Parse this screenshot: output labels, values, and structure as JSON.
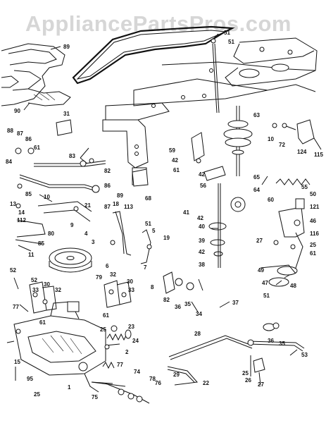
{
  "watermark": "AppliancePartsPros.com",
  "callouts": [
    {
      "id": "c1",
      "text": "89"
    },
    {
      "id": "c2",
      "text": "90"
    },
    {
      "id": "c3",
      "text": "51"
    },
    {
      "id": "c4",
      "text": "51"
    },
    {
      "id": "c5",
      "text": "31"
    },
    {
      "id": "c6",
      "text": "88"
    },
    {
      "id": "c7",
      "text": "87"
    },
    {
      "id": "c8",
      "text": "86"
    },
    {
      "id": "c9",
      "text": "61"
    },
    {
      "id": "c10",
      "text": "83"
    },
    {
      "id": "c11",
      "text": "82"
    },
    {
      "id": "c12",
      "text": "84"
    },
    {
      "id": "c13",
      "text": "85"
    },
    {
      "id": "c14",
      "text": "86"
    },
    {
      "id": "c15",
      "text": "89"
    },
    {
      "id": "c16",
      "text": "10"
    },
    {
      "id": "c17",
      "text": "21"
    },
    {
      "id": "c18",
      "text": "87"
    },
    {
      "id": "c19",
      "text": "13"
    },
    {
      "id": "c20",
      "text": "14"
    },
    {
      "id": "c21",
      "text": "112"
    },
    {
      "id": "c22",
      "text": "80"
    },
    {
      "id": "c23",
      "text": "85"
    },
    {
      "id": "c24",
      "text": "11"
    },
    {
      "id": "c25",
      "text": "9"
    },
    {
      "id": "c26",
      "text": "4"
    },
    {
      "id": "c27",
      "text": "3"
    },
    {
      "id": "c28",
      "text": "18"
    },
    {
      "id": "c29",
      "text": "113"
    },
    {
      "id": "c30",
      "text": "68"
    },
    {
      "id": "c31",
      "text": "5"
    },
    {
      "id": "c32",
      "text": "51"
    },
    {
      "id": "c33",
      "text": "19"
    },
    {
      "id": "c34",
      "text": "6"
    },
    {
      "id": "c35",
      "text": "7"
    },
    {
      "id": "c36",
      "text": "8"
    },
    {
      "id": "c37",
      "text": "79"
    },
    {
      "id": "c38",
      "text": "52"
    },
    {
      "id": "c39",
      "text": "52"
    },
    {
      "id": "c40",
      "text": "30"
    },
    {
      "id": "c41",
      "text": "32"
    },
    {
      "id": "c42",
      "text": "33"
    },
    {
      "id": "c43",
      "text": "77"
    },
    {
      "id": "c44",
      "text": "61"
    },
    {
      "id": "c45",
      "text": "32"
    },
    {
      "id": "c46",
      "text": "30"
    },
    {
      "id": "c47",
      "text": "61"
    },
    {
      "id": "c48",
      "text": "33"
    },
    {
      "id": "c49",
      "text": "82"
    },
    {
      "id": "c50",
      "text": "36"
    },
    {
      "id": "c51",
      "text": "35"
    },
    {
      "id": "c52",
      "text": "34"
    },
    {
      "id": "c53",
      "text": "37"
    },
    {
      "id": "c54",
      "text": "25"
    },
    {
      "id": "c55",
      "text": "24"
    },
    {
      "id": "c56",
      "text": "23"
    },
    {
      "id": "c57",
      "text": "2"
    },
    {
      "id": "c58",
      "text": "15"
    },
    {
      "id": "c59",
      "text": "77"
    },
    {
      "id": "c60",
      "text": "74"
    },
    {
      "id": "c61",
      "text": "1"
    },
    {
      "id": "c62",
      "text": "95"
    },
    {
      "id": "c63",
      "text": "25"
    },
    {
      "id": "c64",
      "text": "75"
    },
    {
      "id": "c65",
      "text": "78"
    },
    {
      "id": "c66",
      "text": "76"
    },
    {
      "id": "c67",
      "text": "29"
    },
    {
      "id": "c68",
      "text": "22"
    },
    {
      "id": "c69",
      "text": "28"
    },
    {
      "id": "c70",
      "text": "53"
    },
    {
      "id": "c71",
      "text": "36"
    },
    {
      "id": "c72",
      "text": "35"
    },
    {
      "id": "c73",
      "text": "26"
    },
    {
      "id": "c74",
      "text": "27"
    },
    {
      "id": "c75",
      "text": "63"
    },
    {
      "id": "c76",
      "text": "10"
    },
    {
      "id": "c77",
      "text": "72"
    },
    {
      "id": "c78",
      "text": "124"
    },
    {
      "id": "c79",
      "text": "115"
    },
    {
      "id": "c80",
      "text": "59"
    },
    {
      "id": "c81",
      "text": "42"
    },
    {
      "id": "c82",
      "text": "61"
    },
    {
      "id": "c83",
      "text": "42"
    },
    {
      "id": "c84",
      "text": "65"
    },
    {
      "id": "c85",
      "text": "56"
    },
    {
      "id": "c86",
      "text": "64"
    },
    {
      "id": "c87",
      "text": "55"
    },
    {
      "id": "c88",
      "text": "41"
    },
    {
      "id": "c89",
      "text": "42"
    },
    {
      "id": "c90",
      "text": "40"
    },
    {
      "id": "c91",
      "text": "50"
    },
    {
      "id": "c92",
      "text": "60"
    },
    {
      "id": "c93",
      "text": "121"
    },
    {
      "id": "c94",
      "text": "46"
    },
    {
      "id": "c95",
      "text": "116"
    },
    {
      "id": "c96",
      "text": "25"
    },
    {
      "id": "c97",
      "text": "61"
    },
    {
      "id": "c98",
      "text": "27"
    },
    {
      "id": "c99",
      "text": "39"
    },
    {
      "id": "c100",
      "text": "42"
    },
    {
      "id": "c101",
      "text": "38"
    },
    {
      "id": "c102",
      "text": "49"
    },
    {
      "id": "c103",
      "text": "47"
    },
    {
      "id": "c104",
      "text": "48"
    },
    {
      "id": "c105",
      "text": "51"
    },
    {
      "id": "c106",
      "text": "25"
    }
  ]
}
